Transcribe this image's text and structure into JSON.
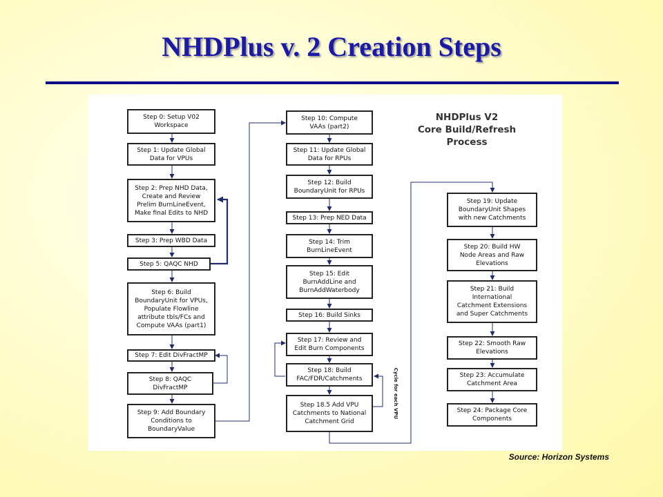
{
  "slide": {
    "title": "NHDPlus v. 2 Creation Steps",
    "source_note": "Source: Horizon Systems",
    "rule_color": "#0d0d8c",
    "title_color": "#1a1aa6"
  },
  "diagram": {
    "title": "NHDPlus V2\nCore Build/Refresh\nProcess",
    "cycle_label": "Cycle for each VPU",
    "steps": {
      "s0": "Step 0:  Setup V02\nWorkspace",
      "s1": "Step 1:  Update Global\nData for VPUs",
      "s2": "Step 2:  Prep NHD Data,\nCreate and Review\nPrelim BurnLineEvent,\nMake final Edits to NHD",
      "s3": "Step  3:  Prep WBD Data",
      "s5": "Step 5:  QAQC NHD",
      "s6": "Step 6:  Build\nBoundaryUnit for VPUs,\nPopulate Flowline\nattribute tbls/FCs and\nCompute VAAs (part1)",
      "s7": "Step 7:  Edit DivFractMP",
      "s8": "Step 8:  QAQC\nDivFractMP",
      "s9": "Step 9:  Add Boundary\nConditions to\nBoundaryValue",
      "s10": "Step 10:  Compute\nVAAs (part2)",
      "s11": "Step 11:  Update Global\nData for RPUs",
      "s12": "Step 12:  Build\nBoundaryUnit for RPUs",
      "s13": "Step 13:  Prep NED Data",
      "s14": "Step 14:  Trim\nBurnLineEvent",
      "s15": "Step 15:  Edit\nBurnAddLine and\nBurnAddWaterbody",
      "s16": "Step 16:  Build Sinks",
      "s17": "Step 17:  Review and\nEdit Burn Components",
      "s18": "Step 18:  Build\nFAC/FDR/Catchments",
      "s185": "Step 18.5  Add VPU\nCatchments to National\nCatchment Grid",
      "s19": "Step 19:  Update\nBoundaryUnit Shapes\nwith new Catchments",
      "s20": "Step 20:  Build HW\nNode Areas and Raw\nElevations",
      "s21": "Step 21:  Build\nInternational\nCatchment Extensions\nand Super Catchments",
      "s22": "Step 22:  Smooth Raw\nElevations",
      "s23": "Step 23:  Accumulate\nCatchment Area",
      "s24": "Step 24:  Package Core\nComponents"
    }
  }
}
